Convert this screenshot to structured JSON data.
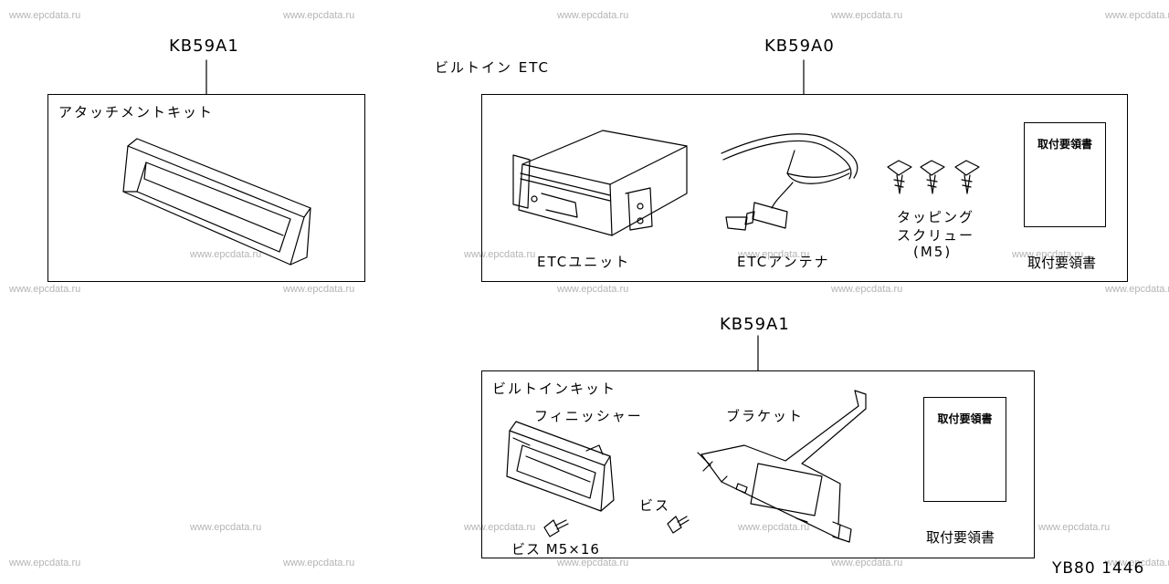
{
  "watermark": "www.epcdata.ru",
  "drawing_number": "YB80 1446",
  "kit_left": {
    "part_code": "KB59A1",
    "box_title": "アタッチメントキット"
  },
  "kit_top_right": {
    "group_label": "ビルトイン ETC",
    "part_code": "KB59A0",
    "etc_unit": "ETCユニット",
    "etc_antenna": "ETCアンテナ",
    "screw_line1": "タッピング",
    "screw_line2": "スクリュー",
    "screw_line3": "(M5)",
    "manual_cover": "取付要領書",
    "manual_caption": "取付要領書"
  },
  "kit_bottom_right": {
    "part_code": "KB59A1",
    "box_title": "ビルトインキット",
    "finisher": "フィニッシャー",
    "bracket": "ブラケット",
    "screw": "ビス",
    "screw_m5": "ビス M5×16",
    "manual_cover": "取付要領書",
    "manual_caption": "取付要領書"
  }
}
